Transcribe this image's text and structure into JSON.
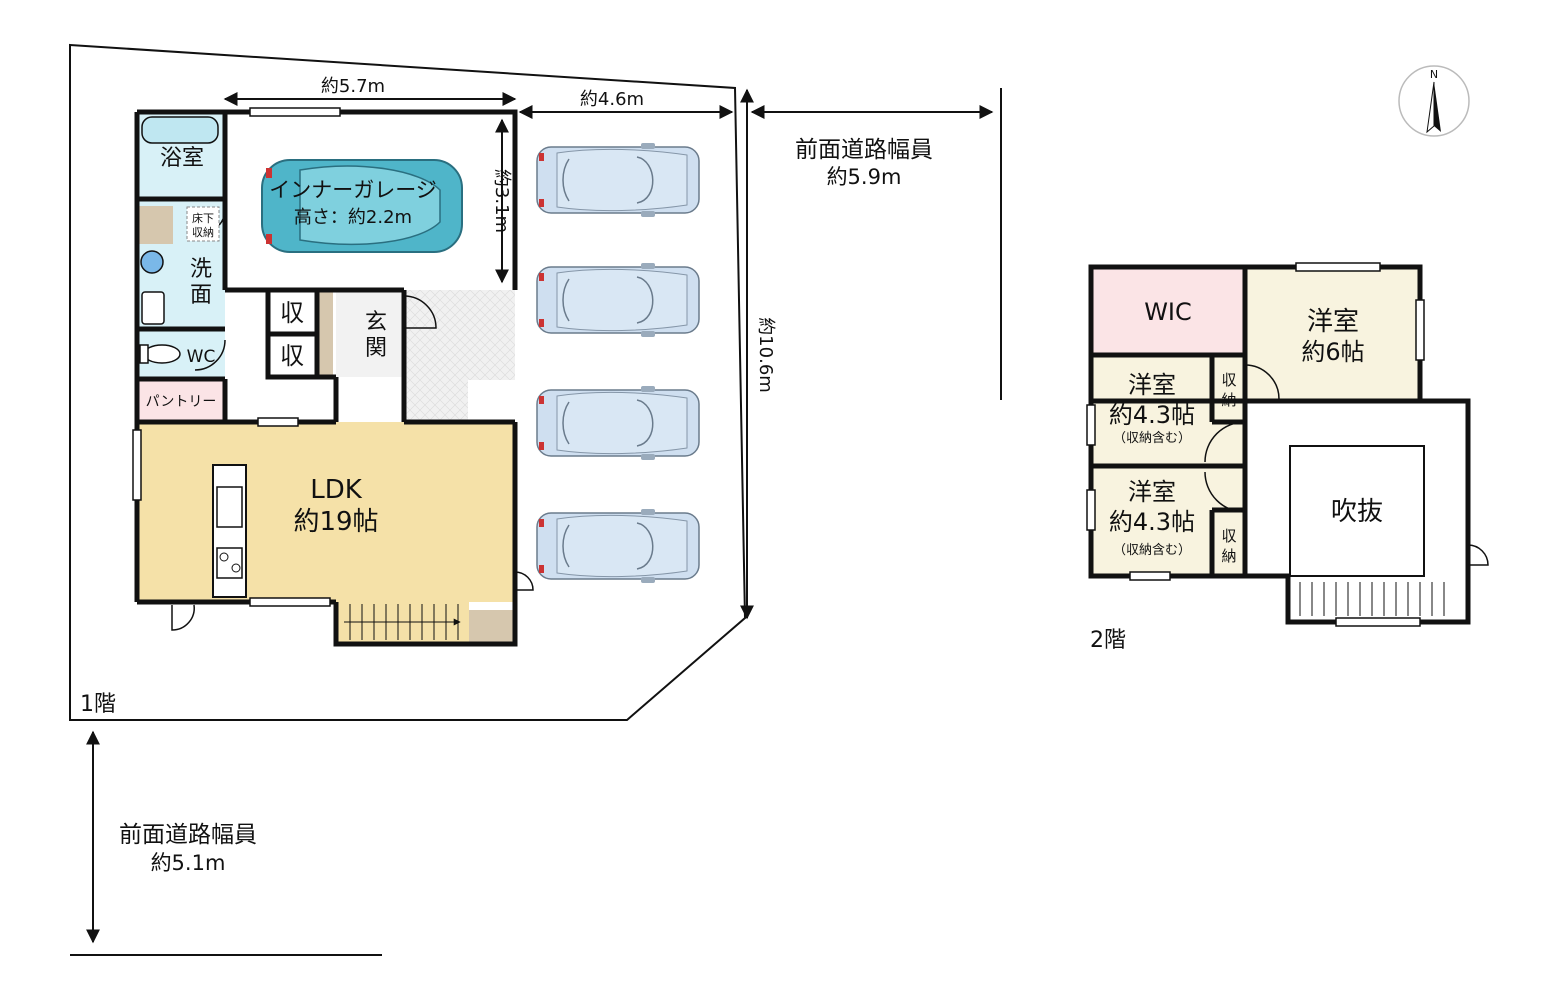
{
  "floor1": {
    "label": "1階",
    "rooms": {
      "bath": "浴室",
      "garage_name": "インナーガレージ",
      "garage_height": "高さ：約2.2m",
      "underfloor_1": "床下",
      "underfloor_2": "収納",
      "wash_1": "洗",
      "wash_2": "面",
      "storage_top": "収",
      "storage_bottom": "収",
      "entrance_1": "玄",
      "entrance_2": "関",
      "wc": "WC",
      "pantry": "パントリー",
      "ldk_name": "LDK",
      "ldk_size": "約19帖"
    },
    "dimensions": {
      "garage_width": "約5.7m",
      "parking_width": "約4.6m",
      "garage_depth": "約3.1m",
      "site_depth": "約10.6m"
    },
    "parked_cars": 4
  },
  "roads": {
    "east_title": "前面道路幅員",
    "east_width": "約5.9m",
    "south_title": "前面道路幅員",
    "south_width": "約5.1m"
  },
  "floor2": {
    "label": "2階",
    "rooms": {
      "wic": "WIC",
      "western_main_name": "洋室",
      "western_main_size": "約6帖",
      "western_a_name": "洋室",
      "western_a_size": "約4.3帖",
      "western_a_note": "（収納含む）",
      "western_b_name": "洋室",
      "western_b_size": "約4.3帖",
      "western_b_note": "（収納含む）",
      "storage_a_1": "収",
      "storage_a_2": "納",
      "storage_b_1": "収",
      "storage_b_2": "納",
      "void": "吹抜"
    }
  },
  "compass": {
    "north": "N"
  },
  "colors": {
    "wall": "#111111",
    "ldk": "#f5e1a8",
    "bath": "#d8f1f7",
    "wic": "#fbe4e6",
    "western": "#f8f3df",
    "car_body": "#cfdff0",
    "garage_car": "#4fb5c9",
    "entrance_tile": "#ececec",
    "storage": "#d6c7ae"
  }
}
